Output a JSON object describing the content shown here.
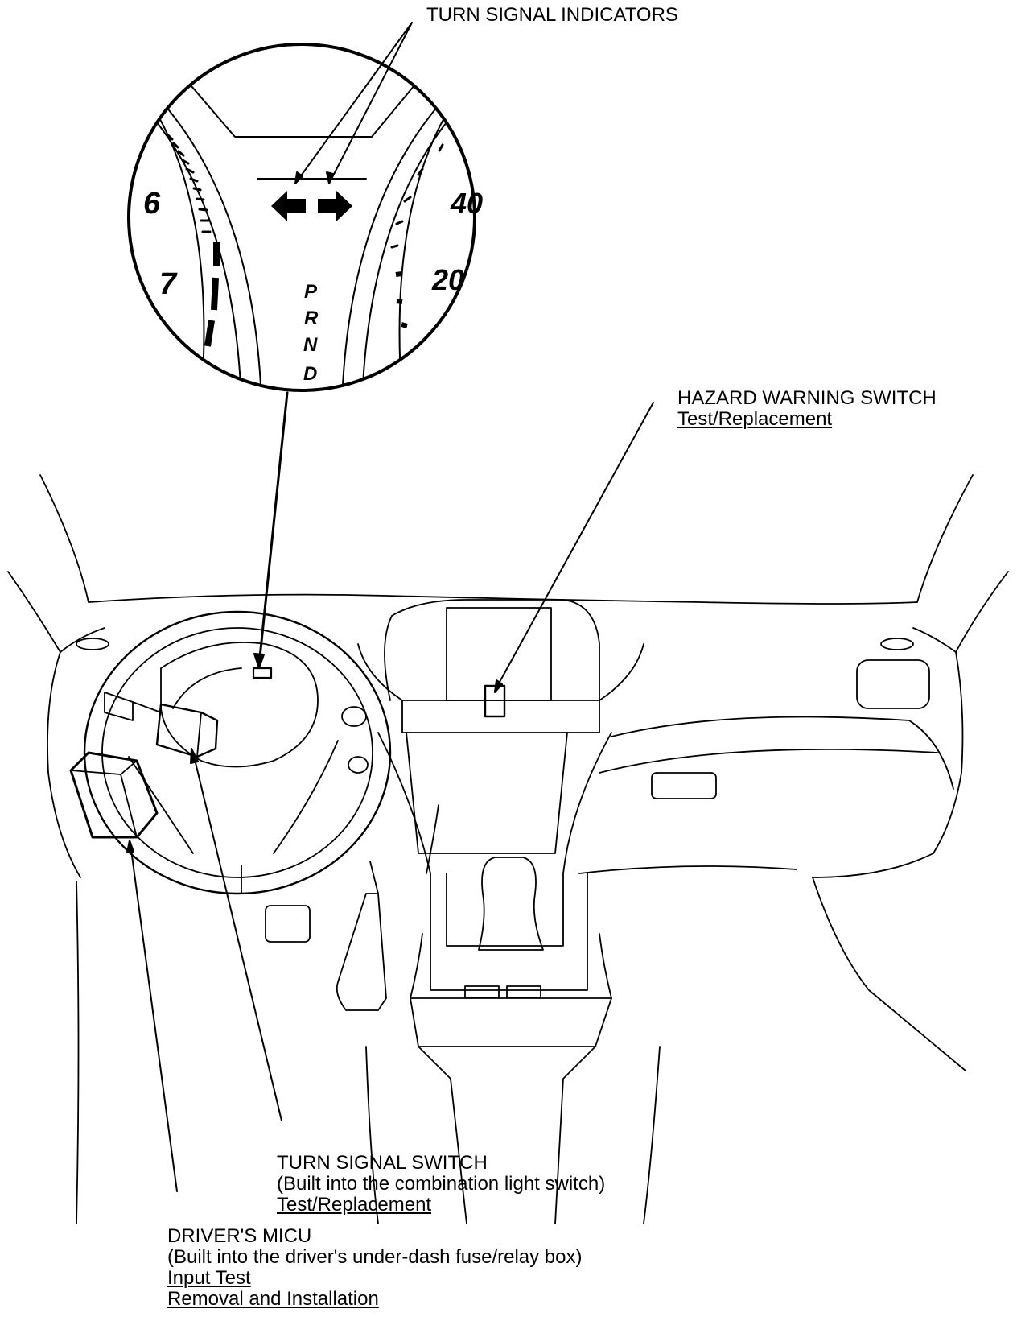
{
  "labels": {
    "turn_signal_indicators": "TURN SIGNAL INDICATORS",
    "hazard_warning_switch": {
      "title": "HAZARD WARNING SWITCH",
      "link": "Test/Replacement"
    },
    "turn_signal_switch": {
      "title": "TURN SIGNAL SWITCH",
      "note": "(Built into the combination light switch)",
      "link": "Test/Replacement"
    },
    "drivers_micu": {
      "title": "DRIVER'S MICU",
      "note": "(Built into the driver's under-dash fuse/relay box)",
      "link_input_test": "Input Test",
      "link_removal": "Removal and Installation"
    }
  },
  "gauge": {
    "tach_numbers": [
      "6",
      "7"
    ],
    "speed_numbers": [
      "40",
      "20"
    ],
    "gear_positions": [
      "P",
      "R",
      "N",
      "D"
    ]
  },
  "icons": {
    "left_indicator": "arrow-left-icon",
    "right_indicator": "arrow-right-icon"
  }
}
